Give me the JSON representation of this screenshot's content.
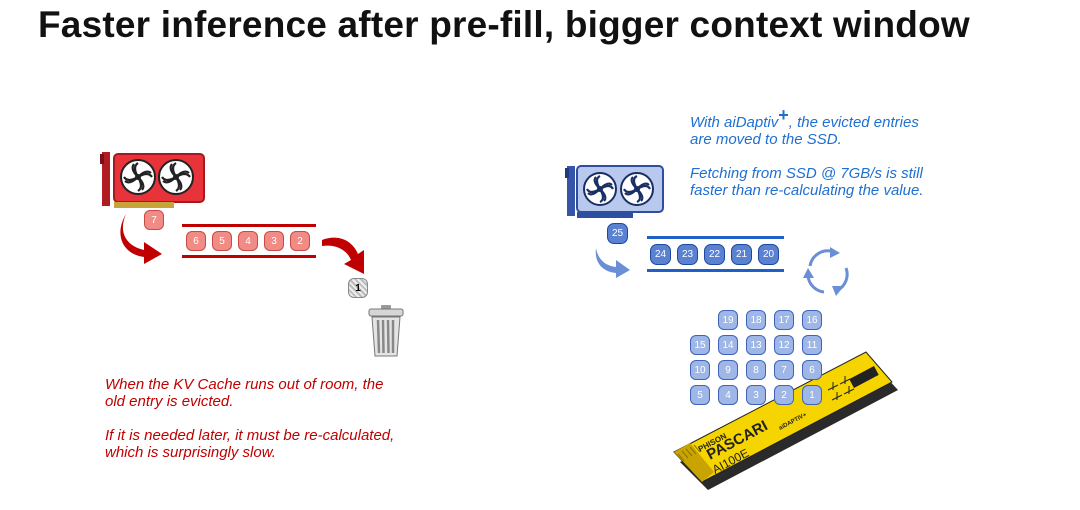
{
  "slide": {
    "title": "Faster inference after pre-fill, bigger context window"
  },
  "left": {
    "incoming_token": "7",
    "row_tokens": [
      "6",
      "5",
      "4",
      "3",
      "2"
    ],
    "evicted_token": "1",
    "note_line1": "When the KV Cache runs out of room, the",
    "note_line2": "old entry is evicted.",
    "note_line3": "If it is needed later, it must be re-calculated,",
    "note_line4": "which is surprisingly slow."
  },
  "right": {
    "note_line1_a": "With aiDaptiv",
    "note_line1_sup": "+",
    "note_line1_b": ", the evicted entries",
    "note_line2": "are moved to the SSD.",
    "note_line3": "Fetching from SSD @ 7GB/s is still",
    "note_line4": "faster than re-calculating the value.",
    "incoming_token": "25",
    "row_tokens": [
      "24",
      "23",
      "22",
      "21",
      "20"
    ],
    "ssd_tokens": [
      [
        "19",
        "18",
        "17",
        "16"
      ],
      [
        "15",
        "14",
        "13",
        "12",
        "11"
      ],
      [
        "10",
        "9",
        "8",
        "7",
        "6"
      ],
      [
        "5",
        "4",
        "3",
        "2",
        "1"
      ]
    ],
    "ssd_label_brand": "PASCARI",
    "ssd_label_model": "AI100E",
    "ssd_label_maker": "PHISON",
    "ssd_label_tech": "aiDAPTIV+"
  },
  "colors": {
    "red_accent": "#c00000",
    "blue_accent": "#1f6fd1",
    "gpu_red": "#e8333a",
    "gpu_blue": "#8aa6de",
    "ssd_yellow": "#f5d400"
  }
}
